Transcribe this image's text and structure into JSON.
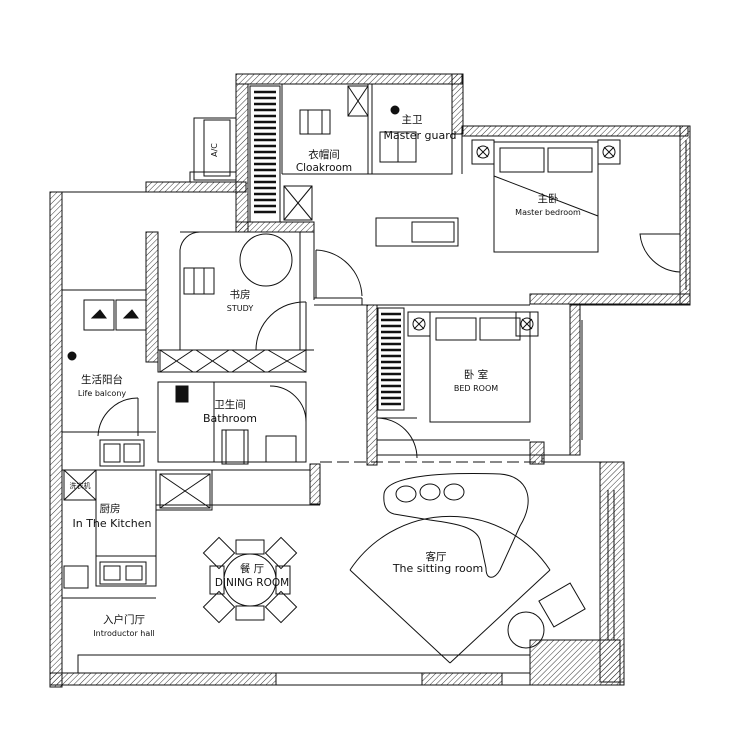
{
  "rooms": {
    "cloakroom": {
      "cn": "衣帽间",
      "en": "Cloakroom"
    },
    "master_guard": {
      "cn": "主卫",
      "en": "Master guard"
    },
    "master_bedroom": {
      "cn": "主卧",
      "en": "Master   bedroom"
    },
    "study": {
      "cn": "书房",
      "en": "STUDY"
    },
    "bedroom": {
      "cn": "卧 室",
      "en": "BED  ROOM"
    },
    "life_balcony": {
      "cn": "生活阳台",
      "en": "Life balcony"
    },
    "bathroom": {
      "cn": "卫生间",
      "en": "Bathroom"
    },
    "kitchen": {
      "cn": "厨房",
      "en": "In The Kitchen"
    },
    "dining": {
      "cn": "餐 厅",
      "en": "DINING ROOM"
    },
    "sitting": {
      "cn": "客厅",
      "en": "The sitting room"
    },
    "hall": {
      "cn": "入户门厅",
      "en": "Introductor hall"
    }
  },
  "fixtures": {
    "ac_label": "A/C",
    "washer_label": "洗衣机"
  }
}
